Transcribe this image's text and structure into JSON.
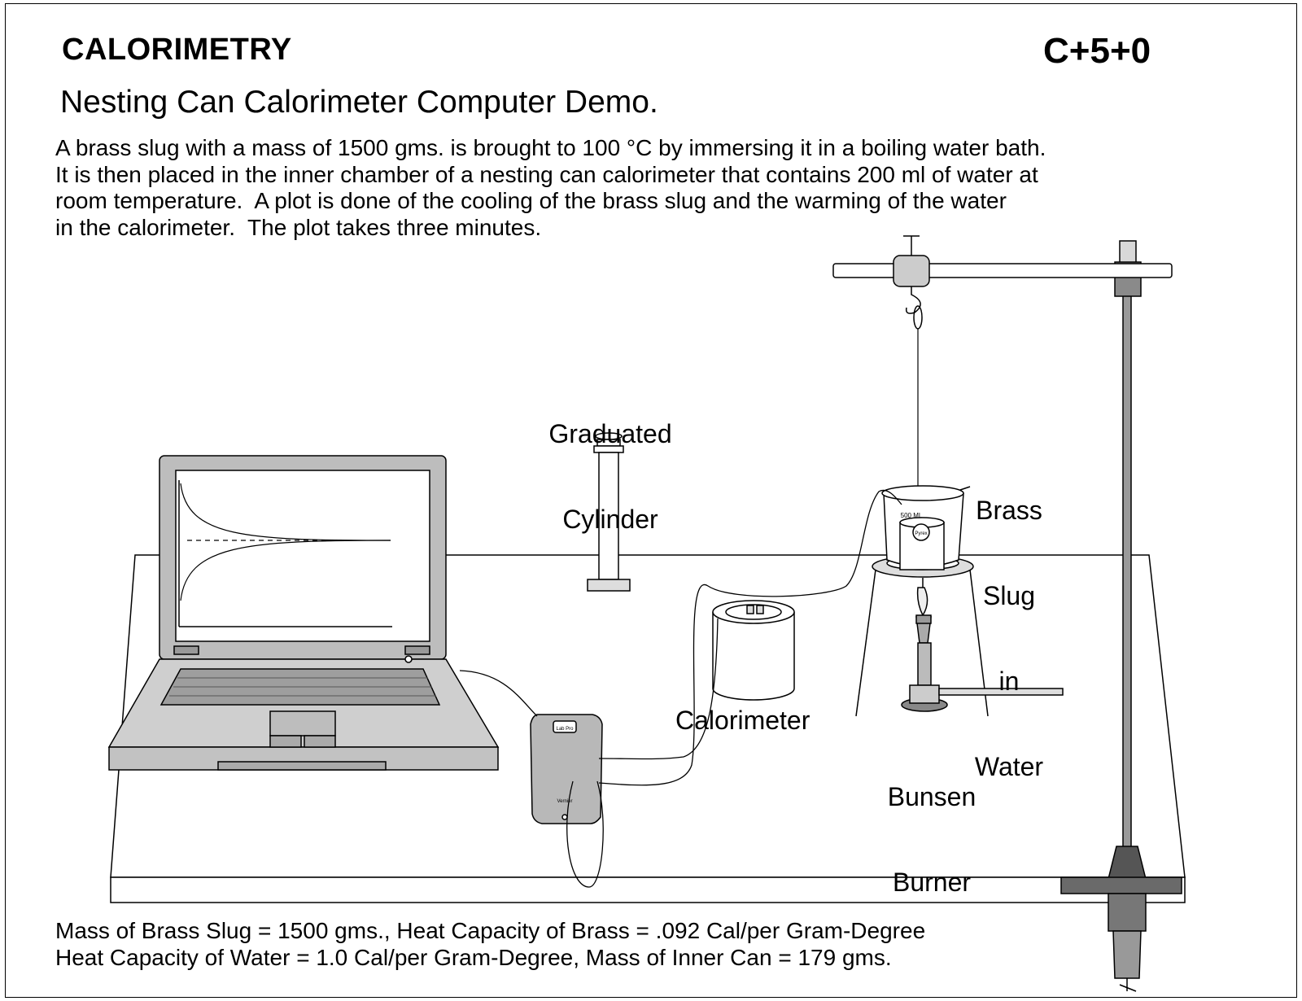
{
  "header": {
    "title": "CALORIMETRY",
    "code": "C+5+0"
  },
  "subtitle": "Nesting Can Calorimeter Computer Demo.",
  "description": [
    "A brass slug with a mass of 1500 gms. is brought to 100 °C by immersing it in a boiling water bath.",
    "It is then placed in the inner chamber of a nesting can calorimeter that contains 200 ml of water at",
    "room temperature.  A plot is done of the cooling of the brass slug and the warming of the water",
    "in the calorimeter.  The plot takes three minutes."
  ],
  "labels": {
    "graduated_cylinder": [
      "Graduated",
      "Cylinder"
    ],
    "brass_slug": [
      "Brass",
      "Slug",
      "in",
      "Water"
    ],
    "calorimeter": "Calorimeter",
    "bunsen_burner": [
      "Bunsen",
      "Burner"
    ],
    "beaker_marking": "500 ML",
    "beaker_brand": "Pyrex",
    "interface_label": "Lab Pro",
    "interface_brand": "Vernier"
  },
  "footer": [
    "Mass of Brass Slug = 1500 gms., Heat Capacity of Brass = .092 Cal/per Gram-Degree",
    "Heat Capacity of Water = 1.0 Cal/per Gram-Degree, Mass of Inner Can = 179 gms."
  ],
  "colors": {
    "ink": "#000000",
    "laptop_gray": "#c8c8c8",
    "dark_gray": "#7a7a7a",
    "light_gray": "#dcdcdc"
  }
}
